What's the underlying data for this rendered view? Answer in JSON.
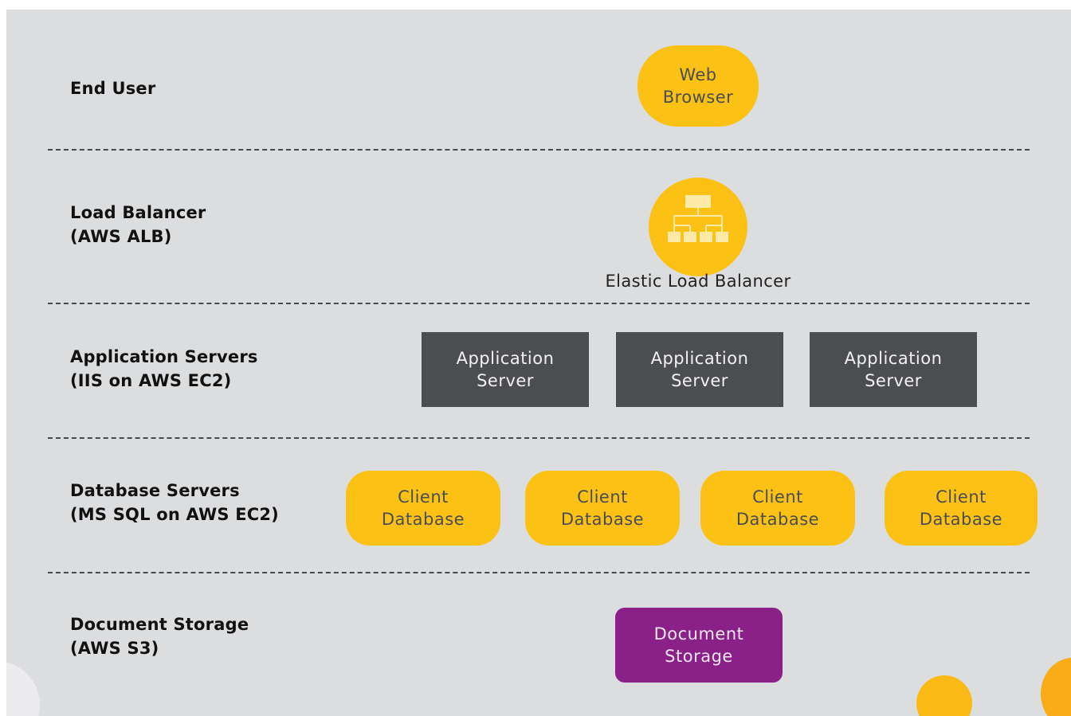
{
  "tiers": [
    {
      "label_lines": [
        "End User"
      ]
    },
    {
      "label_lines": [
        "Load Balancer",
        "(AWS ALB)"
      ]
    },
    {
      "label_lines": [
        "Application Servers",
        "(IIS on AWS EC2)"
      ]
    },
    {
      "label_lines": [
        "Database Servers",
        "(MS SQL on AWS EC2)"
      ]
    },
    {
      "label_lines": [
        "Document Storage",
        "(AWS S3)"
      ]
    }
  ],
  "nodes": {
    "web_browser": {
      "lines": [
        "Web",
        "Browser"
      ]
    },
    "load_balancer": {
      "caption": "Elastic Load Balancer",
      "icon": "network-hierarchy-icon"
    },
    "app_servers": [
      {
        "lines": [
          "Application",
          "Server"
        ]
      },
      {
        "lines": [
          "Application",
          "Server"
        ]
      },
      {
        "lines": [
          "Application",
          "Server"
        ]
      }
    ],
    "client_databases": [
      {
        "lines": [
          "Client",
          "Database"
        ]
      },
      {
        "lines": [
          "Client",
          "Database"
        ]
      },
      {
        "lines": [
          "Client",
          "Database"
        ]
      },
      {
        "lines": [
          "Client",
          "Database"
        ]
      }
    ],
    "document_storage": {
      "lines": [
        "Document",
        "Storage"
      ]
    }
  },
  "colors": {
    "background": "#dcdddf",
    "yellow": "#fbc115",
    "dark_gray": "#4b4d50",
    "purple": "#8a2189",
    "divider": "#444a4f"
  }
}
